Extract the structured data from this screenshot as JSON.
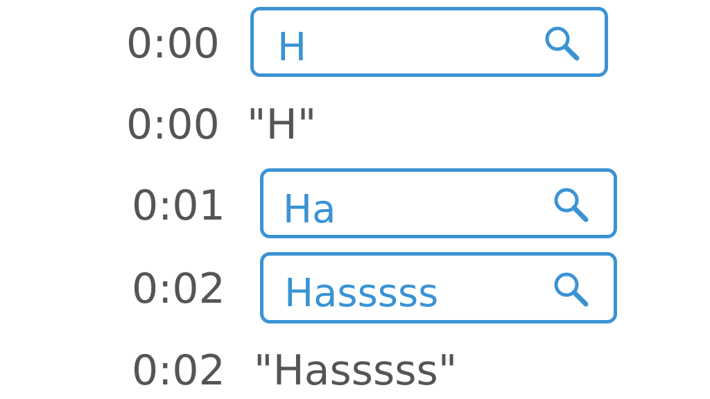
{
  "rows": [
    {
      "kind": "input",
      "time": "0:00",
      "text": "H",
      "icon": "search-icon"
    },
    {
      "kind": "sent",
      "time": "0:00",
      "text": "\"H\""
    },
    {
      "kind": "input",
      "time": "0:01",
      "text": "Ha",
      "icon": "search-icon"
    },
    {
      "kind": "input",
      "time": "0:02",
      "text": "Hasssss",
      "icon": "search-icon"
    },
    {
      "kind": "sent",
      "time": "0:02",
      "text": "\"Hasssss\""
    }
  ],
  "colors": {
    "accent": "#3a93d4",
    "text": "#555555",
    "background": "#ffffff"
  }
}
